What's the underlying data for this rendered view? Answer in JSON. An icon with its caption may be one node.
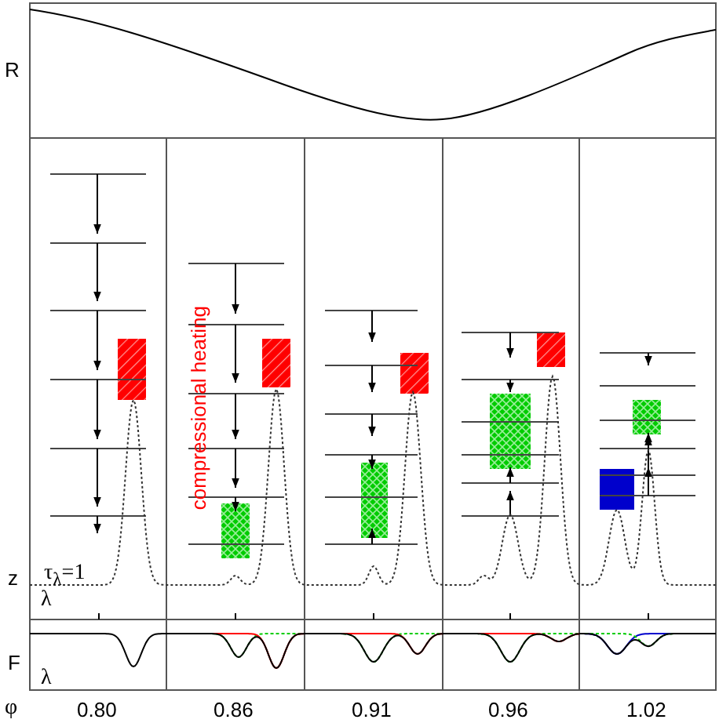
{
  "diagram": {
    "labels": [
      "R",
      "z",
      "τ$_{λ}$=1",
      "λ",
      "compressional heating",
      "F",
      "λ",
      "φ",
      "0.80",
      "0.86",
      "0.91",
      "0.96",
      "1.02"
    ]
  }
}
